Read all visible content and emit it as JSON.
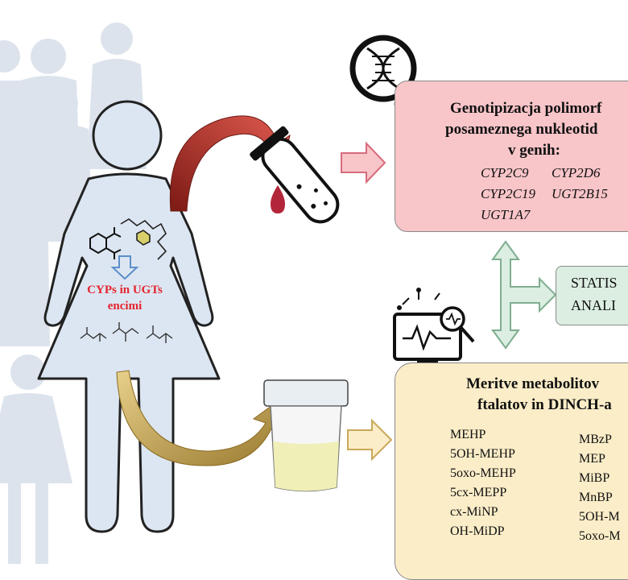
{
  "genotyping": {
    "title_line1": "Genotipizacja polimorf",
    "title_line2": "posameznega nukleotid",
    "title_line3": "v genih:",
    "genes": [
      "CYP2C9",
      "CYP2D6",
      "CYP2C19",
      "UGT2B15",
      "UGT1A7"
    ]
  },
  "statistics": {
    "line1": "STATIS",
    "line2": "ANALI"
  },
  "measurement": {
    "title_line1": "Meritve metabolitov",
    "title_line2": "ftalatov in DINCH-a",
    "metabolites_left": [
      "MEHP",
      "5OH-MEHP",
      "5oxo-MEHP",
      "5cx-MEPP",
      "cx-MiNP",
      "OH-MiDP"
    ],
    "metabolites_right": [
      "MBzP",
      "MEP",
      "MiBP",
      "MnBP",
      "5OH-M",
      "5oxo-M"
    ]
  },
  "body": {
    "enzymes_line1": "CYPs in UGTs",
    "enzymes_line2": "encimi"
  },
  "colors": {
    "silhouette": "#dce6f2",
    "silhouette_stroke": "#222222",
    "pink_box": "#f8c5c9",
    "green_box": "#dbeee1",
    "yellow_box": "#fbedc8",
    "red_arrow": "#c0392b",
    "gold_arrow": "#c8a14e",
    "enzyme_text": "#e4252d"
  }
}
